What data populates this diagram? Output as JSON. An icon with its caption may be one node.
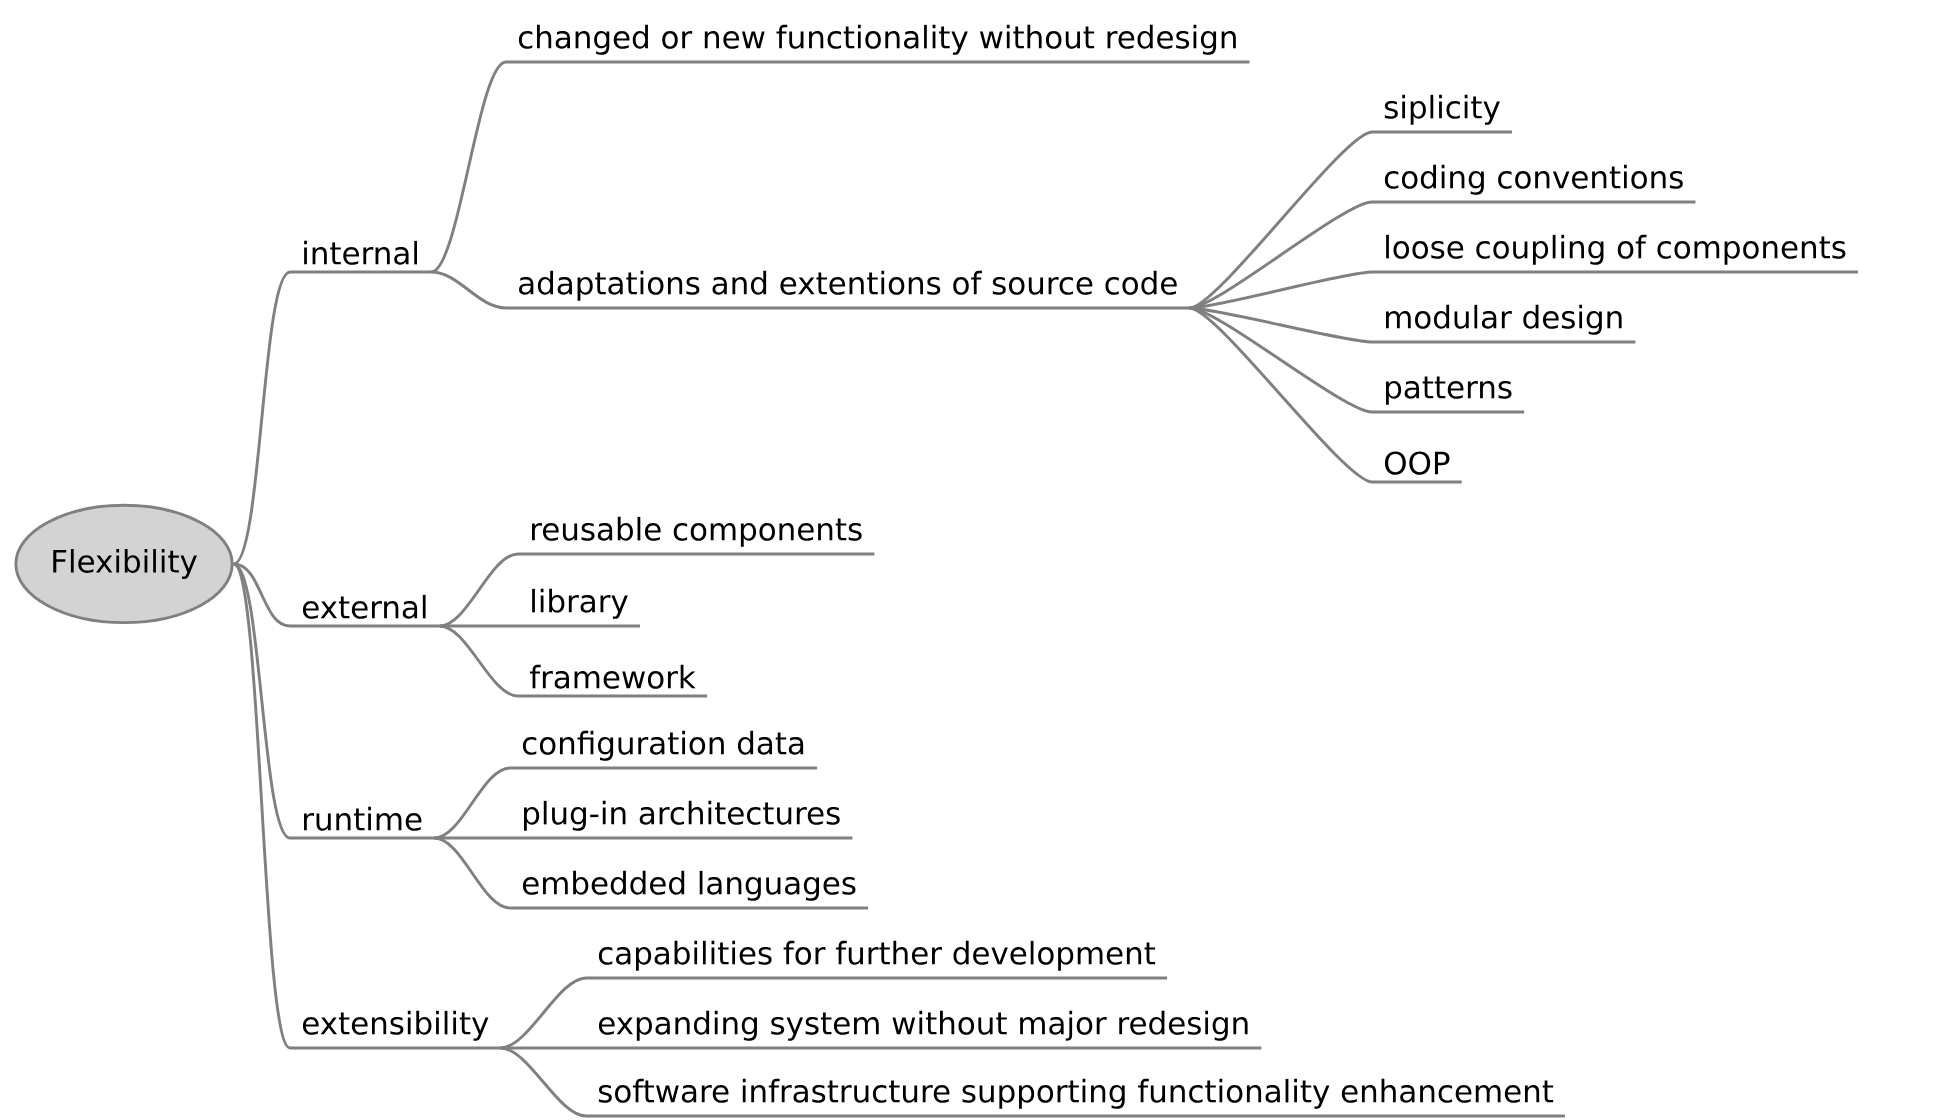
{
  "diagram": {
    "nodes": [
      {
        "text": [
          "Flexibility"
        ]
      },
      {
        "text": [
          "internal"
        ]
      },
      {
        "text": [
          "changed or new functionality without redesign"
        ]
      },
      {
        "text": [
          "adaptations and extentions of source code"
        ]
      },
      {
        "text": [
          "siplicity"
        ]
      },
      {
        "text": [
          "coding conventions"
        ]
      },
      {
        "text": [
          "loose coupling of components"
        ]
      },
      {
        "text": [
          "modular design"
        ]
      },
      {
        "text": [
          "patterns"
        ]
      },
      {
        "text": [
          "OOP"
        ]
      },
      {
        "text": [
          "external"
        ]
      },
      {
        "text": [
          "reusable components"
        ]
      },
      {
        "text": [
          "library"
        ]
      },
      {
        "text": [
          "framework"
        ]
      },
      {
        "text": [
          "runtime"
        ]
      },
      {
        "text": [
          "configuration data"
        ]
      },
      {
        "text": [
          "plug-in architectures"
        ]
      },
      {
        "text": [
          "embedded languages"
        ]
      },
      {
        "text": [
          "extensibility"
        ]
      },
      {
        "text": [
          "capabilities for further development"
        ]
      },
      {
        "text": [
          "expanding system without major redesign"
        ]
      },
      {
        "text": [
          "software infrastructure supporting functionality enhancement"
        ]
      }
    ],
    "edges": [
      {
        "from": 0,
        "to": 1,
        "arrow": "none"
      },
      {
        "from": 1,
        "to": 2,
        "arrow": "none"
      },
      {
        "from": 1,
        "to": 3,
        "arrow": "none"
      },
      {
        "from": 3,
        "to": 4,
        "arrow": "none"
      },
      {
        "from": 3,
        "to": 5,
        "arrow": "none"
      },
      {
        "from": 3,
        "to": 6,
        "arrow": "none"
      },
      {
        "from": 3,
        "to": 7,
        "arrow": "none"
      },
      {
        "from": 3,
        "to": 8,
        "arrow": "none"
      },
      {
        "from": 3,
        "to": 9,
        "arrow": "none"
      },
      {
        "from": 0,
        "to": 10,
        "arrow": "none"
      },
      {
        "from": 10,
        "to": 11,
        "arrow": "none"
      },
      {
        "from": 10,
        "to": 12,
        "arrow": "none"
      },
      {
        "from": 10,
        "to": 13,
        "arrow": "none"
      },
      {
        "from": 0,
        "to": 14,
        "arrow": "none"
      },
      {
        "from": 14,
        "to": 15,
        "arrow": "none"
      },
      {
        "from": 14,
        "to": 16,
        "arrow": "none"
      },
      {
        "from": 14,
        "to": 17,
        "arrow": "none"
      },
      {
        "from": 0,
        "to": 18,
        "arrow": "none"
      },
      {
        "from": 18,
        "to": 19,
        "arrow": "none"
      },
      {
        "from": 18,
        "to": 20,
        "arrow": "none"
      },
      {
        "from": 18,
        "to": 21,
        "arrow": "none"
      }
    ]
  }
}
